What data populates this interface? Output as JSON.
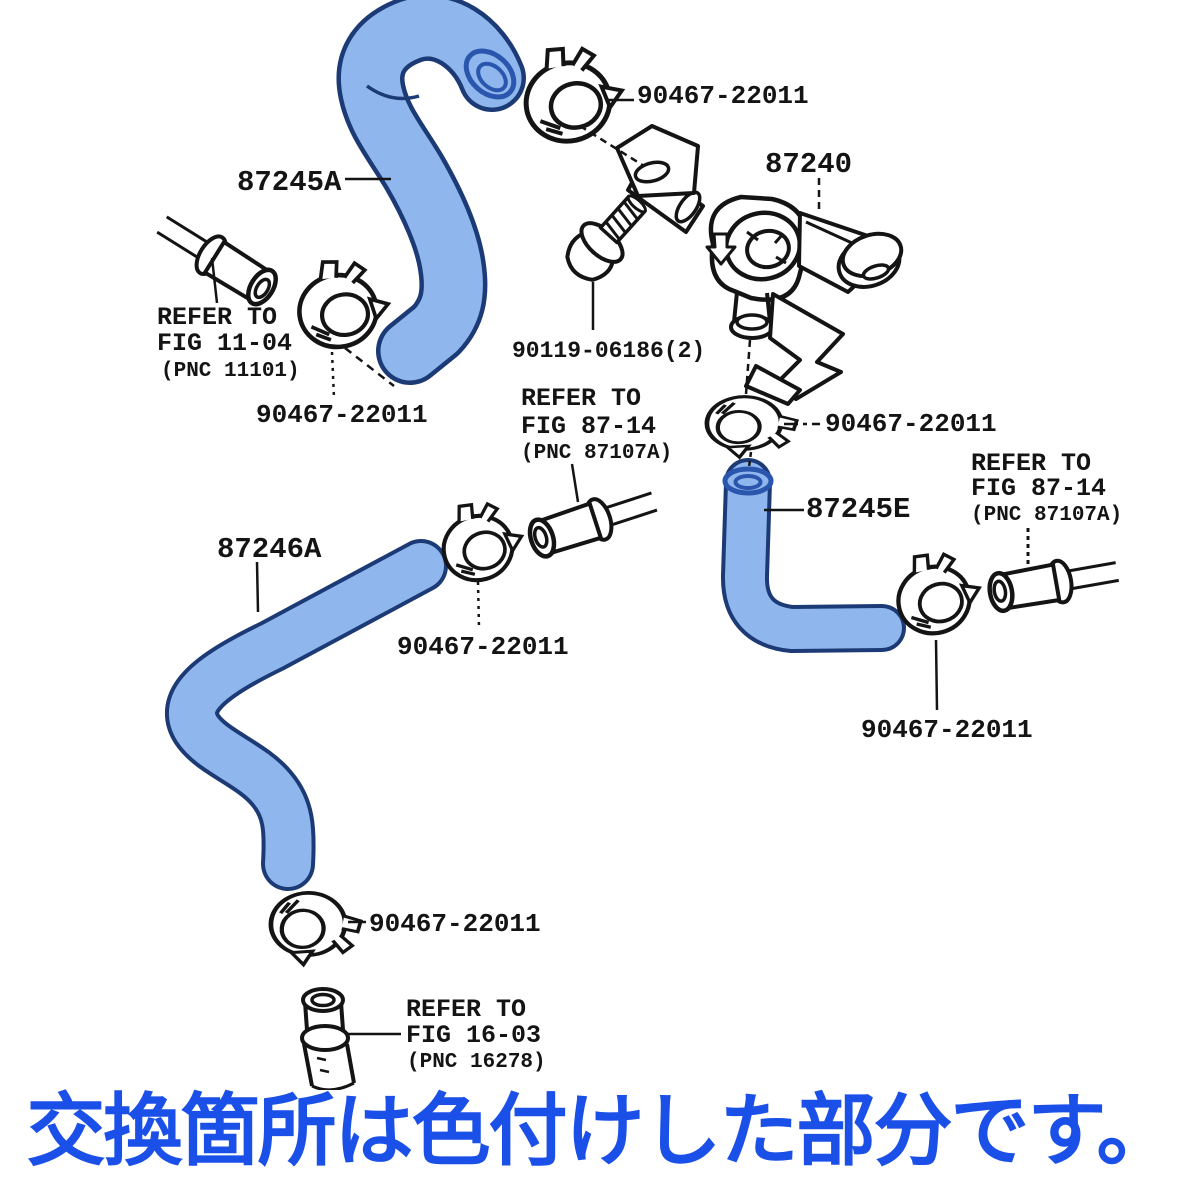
{
  "diagram": {
    "part_labels": {
      "hose_top": "87245A",
      "valve": "87240",
      "bolt": "90119-06186(2)",
      "hose_left": "87246A",
      "hose_right": "87245E",
      "clamp": "90467-22011"
    },
    "reference_notes": {
      "left": [
        "REFER TO",
        "FIG 11-04",
        "(PNC 11101)"
      ],
      "center": [
        "REFER TO",
        "FIG 87-14",
        "(PNC 87107A)"
      ],
      "right": [
        "REFER TO",
        "FIG 87-14",
        "(PNC 87107A)"
      ],
      "bottom": [
        "REFER TO",
        "FIG 16-03",
        "(PNC 16278)"
      ]
    },
    "colors": {
      "highlight_fill": "#8fb6ed",
      "highlight_outline": "#1c3a75",
      "highlight_ring": "#2a56ad",
      "line_art": "#141414"
    },
    "icons": {
      "clamp": "hose-clamp-icon",
      "fitting": "pipe-fitting-icon",
      "bolt": "bolt-icon",
      "valve": "water-valve-icon",
      "pipe": "heater-pipe-icon"
    }
  },
  "banner": {
    "text": "交換箇所は色付けした部分です。",
    "color": "#1a50e8"
  }
}
